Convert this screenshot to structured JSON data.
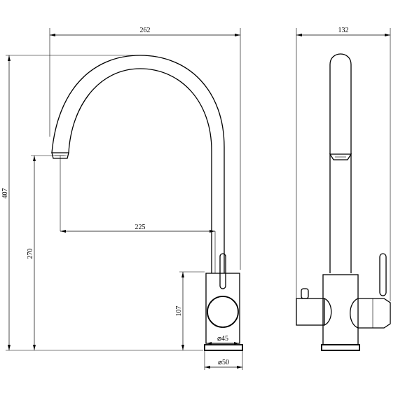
{
  "drawing": {
    "front_view": {
      "width_label": "262",
      "height_label": "407",
      "spout_height_label": "270",
      "reach_label": "225",
      "body_height_label": "107",
      "body_diameter_label": "⌀45",
      "base_diameter_label": "⌀50"
    },
    "side_view": {
      "width_label": "132"
    }
  }
}
